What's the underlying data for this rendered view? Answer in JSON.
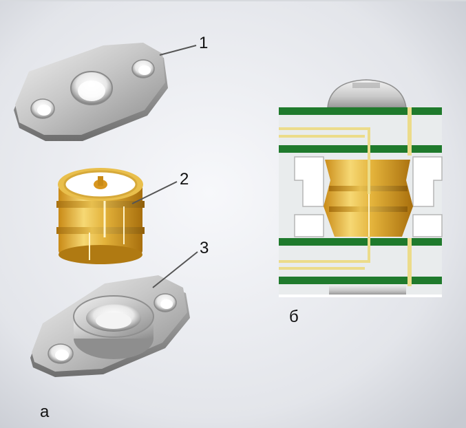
{
  "labels": {
    "part1": "1",
    "part2": "2",
    "part3": "3",
    "view_a": "а",
    "view_b": "б"
  },
  "colors": {
    "background_center": "#f6f7fa",
    "background_edge": "#c9ccd3",
    "metal_light": "#e3e3e3",
    "metal_dark": "#8a8a8a",
    "gold_light": "#f3d26a",
    "gold_dark": "#b07a12",
    "pcb_green": "#1f7a2c",
    "trace_yellow": "#ecdc8a",
    "board_fill": "#e9eced"
  }
}
